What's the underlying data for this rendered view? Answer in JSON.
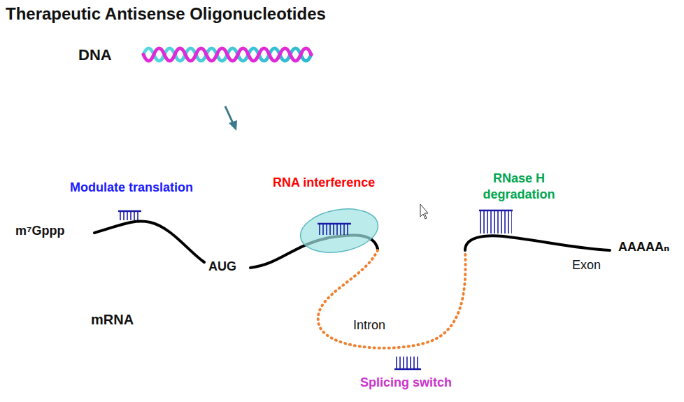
{
  "diagram": {
    "title": "Therapeutic Antisense Oligonucleotides",
    "labels": [
      "DNA",
      "Modulate translation",
      "RNA interference",
      "RNase H degradation",
      "m⁷Gppp",
      "AUG",
      "mRNA",
      "Intron",
      "Exon",
      "AAAAAₙ",
      "Splicing switch"
    ]
  }
}
